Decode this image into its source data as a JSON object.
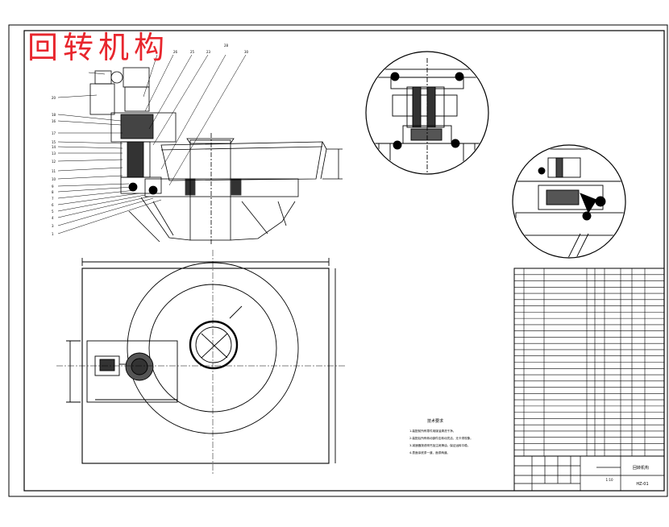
{
  "drawing_title": "回转机构",
  "title_color": "#e8262d",
  "line_color": "#000000",
  "title_block": {
    "name": "回转机构",
    "scale": "1:10",
    "drawing_no": "HZ-01"
  },
  "tech_requirements": {
    "heading": "技术要求",
    "items": [
      "1.装配前所有零件用煤油清洗干净。",
      "2.装配后所有转动部件应转动灵活，无卡滞现象。",
      "3.减速器按说明书加注润滑油，保证运转平稳。",
      "4.表面涂底漆一道，面漆两道。"
    ]
  },
  "parts_table": {
    "rows": 30
  }
}
